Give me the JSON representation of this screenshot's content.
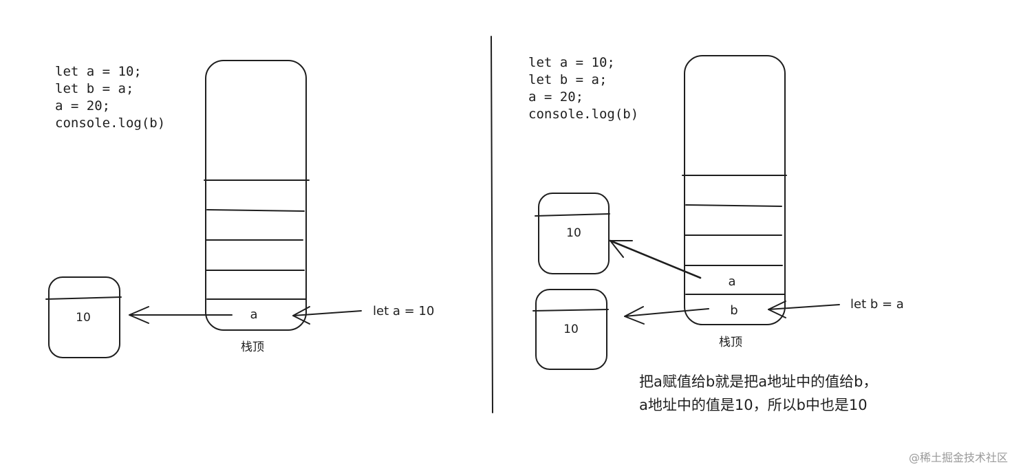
{
  "left_panel": {
    "code_lines": [
      "let a = 10;",
      "let b = a;",
      "a = 20;",
      "console.log(b)"
    ],
    "stack_slot_a": "a",
    "heap_value": "10",
    "pointer_label": "let a = 10",
    "stack_top_label": "栈顶"
  },
  "right_panel": {
    "code_lines": [
      "let a = 10;",
      "let b = a;",
      "a = 20;",
      "console.log(b)"
    ],
    "stack_slot_a": "a",
    "stack_slot_b": "b",
    "heap_value_a": "10",
    "heap_value_b": "10",
    "pointer_label": "let b = a",
    "stack_top_label": "栈顶",
    "note_lines": [
      "把a赋值给b就是把a地址中的值给b，",
      "a地址中的值是10，所以b中也是10"
    ]
  },
  "watermark": "@稀土掘金技术社区"
}
